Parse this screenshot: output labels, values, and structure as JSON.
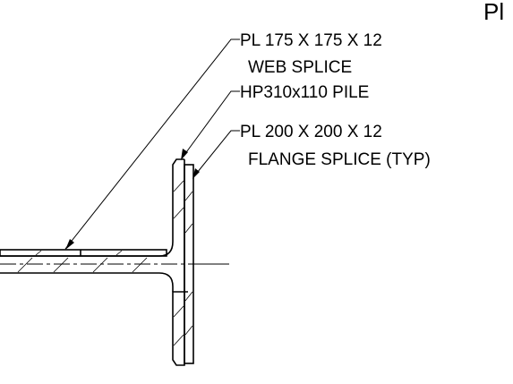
{
  "title_fragment": "Pl",
  "callouts": {
    "web_splice_plate": {
      "line1": "PL 175 X 175 X 12",
      "line2": "WEB SPLICE"
    },
    "pile": {
      "line1": "HP310x110 PILE"
    },
    "flange_splice_plate": {
      "line1": "PL 200 X 200 X 12",
      "line2": "FLANGE SPLICE (TYP)"
    }
  }
}
